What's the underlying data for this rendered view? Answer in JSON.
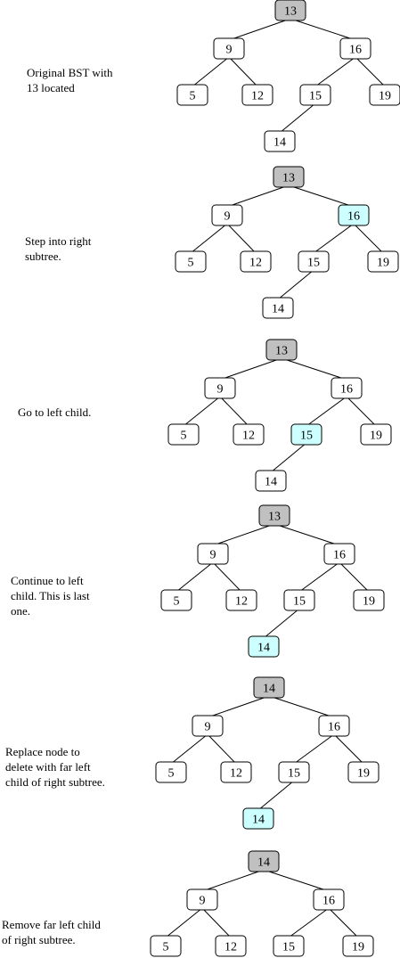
{
  "panels": [
    {
      "caption": "Original BST with\n13 located",
      "nodes": [
        {
          "id": "a",
          "label": "13",
          "style": "gray"
        },
        {
          "id": "b",
          "label": "9",
          "style": "white"
        },
        {
          "id": "c",
          "label": "16",
          "style": "white"
        },
        {
          "id": "d",
          "label": "5",
          "style": "white"
        },
        {
          "id": "e",
          "label": "12",
          "style": "white"
        },
        {
          "id": "f",
          "label": "15",
          "style": "white"
        },
        {
          "id": "g",
          "label": "19",
          "style": "white"
        },
        {
          "id": "h",
          "label": "14",
          "style": "white"
        }
      ],
      "edges": [
        [
          "a",
          "b"
        ],
        [
          "a",
          "c"
        ],
        [
          "b",
          "d"
        ],
        [
          "b",
          "e"
        ],
        [
          "c",
          "f"
        ],
        [
          "c",
          "g"
        ],
        [
          "f",
          "h"
        ]
      ]
    },
    {
      "caption": "Step into right\nsubtree.",
      "nodes": [
        {
          "id": "a",
          "label": "13",
          "style": "gray"
        },
        {
          "id": "b",
          "label": "9",
          "style": "white"
        },
        {
          "id": "c",
          "label": "16",
          "style": "cyan"
        },
        {
          "id": "d",
          "label": "5",
          "style": "white"
        },
        {
          "id": "e",
          "label": "12",
          "style": "white"
        },
        {
          "id": "f",
          "label": "15",
          "style": "white"
        },
        {
          "id": "g",
          "label": "19",
          "style": "white"
        },
        {
          "id": "h",
          "label": "14",
          "style": "white"
        }
      ],
      "edges": [
        [
          "a",
          "b"
        ],
        [
          "a",
          "c"
        ],
        [
          "b",
          "d"
        ],
        [
          "b",
          "e"
        ],
        [
          "c",
          "f"
        ],
        [
          "c",
          "g"
        ],
        [
          "f",
          "h"
        ]
      ]
    },
    {
      "caption": "Go to left child.",
      "nodes": [
        {
          "id": "a",
          "label": "13",
          "style": "gray"
        },
        {
          "id": "b",
          "label": "9",
          "style": "white"
        },
        {
          "id": "c",
          "label": "16",
          "style": "white"
        },
        {
          "id": "d",
          "label": "5",
          "style": "white"
        },
        {
          "id": "e",
          "label": "12",
          "style": "white"
        },
        {
          "id": "f",
          "label": "15",
          "style": "cyan"
        },
        {
          "id": "g",
          "label": "19",
          "style": "white"
        },
        {
          "id": "h",
          "label": "14",
          "style": "white"
        }
      ],
      "edges": [
        [
          "a",
          "b"
        ],
        [
          "a",
          "c"
        ],
        [
          "b",
          "d"
        ],
        [
          "b",
          "e"
        ],
        [
          "c",
          "f"
        ],
        [
          "c",
          "g"
        ],
        [
          "f",
          "h"
        ]
      ]
    },
    {
      "caption": "Continue to left\nchild.  This is last\none.",
      "nodes": [
        {
          "id": "a",
          "label": "13",
          "style": "gray"
        },
        {
          "id": "b",
          "label": "9",
          "style": "white"
        },
        {
          "id": "c",
          "label": "16",
          "style": "white"
        },
        {
          "id": "d",
          "label": "5",
          "style": "white"
        },
        {
          "id": "e",
          "label": "12",
          "style": "white"
        },
        {
          "id": "f",
          "label": "15",
          "style": "white"
        },
        {
          "id": "g",
          "label": "19",
          "style": "white"
        },
        {
          "id": "h",
          "label": "14",
          "style": "cyan"
        }
      ],
      "edges": [
        [
          "a",
          "b"
        ],
        [
          "a",
          "c"
        ],
        [
          "b",
          "d"
        ],
        [
          "b",
          "e"
        ],
        [
          "c",
          "f"
        ],
        [
          "c",
          "g"
        ],
        [
          "f",
          "h"
        ]
      ]
    },
    {
      "caption": "Replace node to\ndelete with far left\nchild of right subtree.",
      "nodes": [
        {
          "id": "a",
          "label": "14",
          "style": "gray"
        },
        {
          "id": "b",
          "label": "9",
          "style": "white"
        },
        {
          "id": "c",
          "label": "16",
          "style": "white"
        },
        {
          "id": "d",
          "label": "5",
          "style": "white"
        },
        {
          "id": "e",
          "label": "12",
          "style": "white"
        },
        {
          "id": "f",
          "label": "15",
          "style": "white"
        },
        {
          "id": "g",
          "label": "19",
          "style": "white"
        },
        {
          "id": "h",
          "label": "14",
          "style": "cyan"
        }
      ],
      "edges": [
        [
          "a",
          "b"
        ],
        [
          "a",
          "c"
        ],
        [
          "b",
          "d"
        ],
        [
          "b",
          "e"
        ],
        [
          "c",
          "f"
        ],
        [
          "c",
          "g"
        ],
        [
          "f",
          "h"
        ]
      ]
    },
    {
      "caption": "Remove far left child\nof  right subtree.",
      "nodes": [
        {
          "id": "a",
          "label": "14",
          "style": "gray"
        },
        {
          "id": "b",
          "label": "9",
          "style": "white"
        },
        {
          "id": "c",
          "label": "16",
          "style": "white"
        },
        {
          "id": "d",
          "label": "5",
          "style": "white"
        },
        {
          "id": "e",
          "label": "12",
          "style": "white"
        },
        {
          "id": "f",
          "label": "15",
          "style": "white"
        },
        {
          "id": "g",
          "label": "19",
          "style": "white"
        }
      ],
      "edges": [
        [
          "a",
          "b"
        ],
        [
          "a",
          "c"
        ],
        [
          "b",
          "d"
        ],
        [
          "b",
          "e"
        ],
        [
          "c",
          "f"
        ],
        [
          "c",
          "g"
        ]
      ]
    }
  ],
  "colors": {
    "gray": "#c0c0c0",
    "white": "#ffffff",
    "cyan": "#ccffff",
    "stroke": "#000000",
    "text": "#000000"
  }
}
